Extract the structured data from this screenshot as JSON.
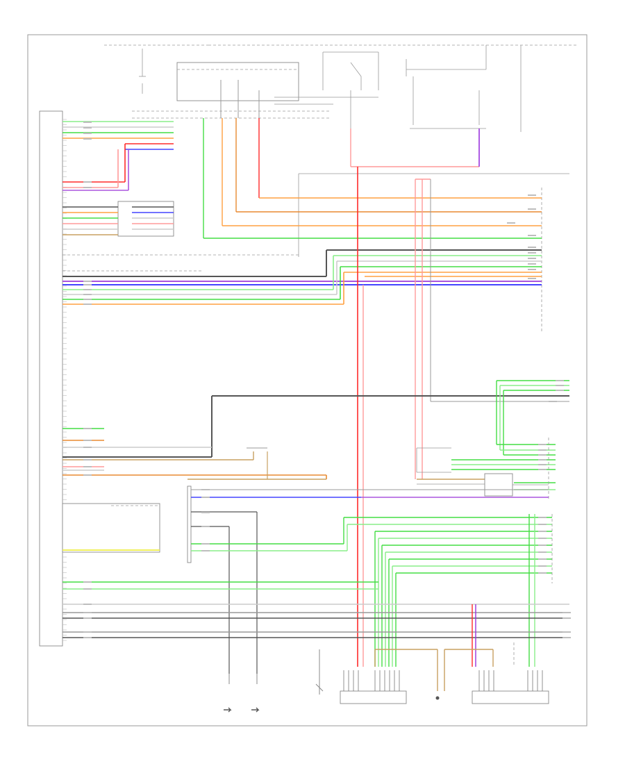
{
  "diagram": {
    "page_number": "",
    "header_labels": [
      "",
      "",
      ""
    ],
    "component_labels": [
      {
        "id": "main-module",
        "lines": [
          "",
          ""
        ]
      },
      {
        "id": "right-module",
        "lines": [
          "",
          ""
        ]
      },
      {
        "id": "bottom-left-module",
        "lines": [
          "",
          ""
        ]
      },
      {
        "id": "bottom-right-module",
        "lines": [
          "",
          ""
        ]
      },
      {
        "id": "center-module",
        "lines": [
          "",
          "",
          ""
        ]
      }
    ],
    "wire_colors": {
      "red": "#ff2a2a",
      "pink": "#ff9a9a",
      "orange": "#ffa040",
      "dark_orange": "#e88a30",
      "green": "#44dd44",
      "light_green": "#88ee88",
      "blue": "#4444ff",
      "violet": "#9933dd",
      "purple": "#aa55dd",
      "gray": "#999999",
      "dark_gray": "#555555",
      "yellow": "#eeee44",
      "tan": "#c8a060",
      "light_gray": "#cccccc"
    }
  }
}
